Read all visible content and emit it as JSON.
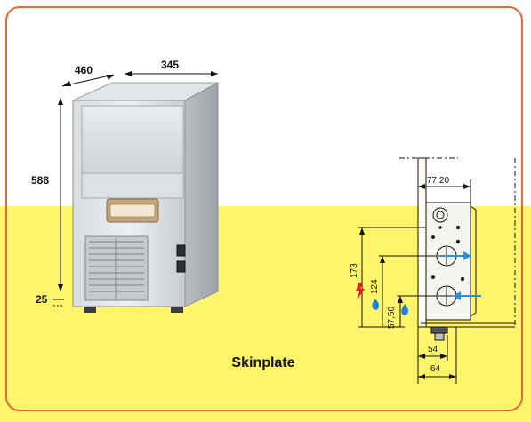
{
  "machine": {
    "width_label": "345",
    "depth_label": "460",
    "height_label": "588",
    "feet_label": "25"
  },
  "caption": "Skinplate",
  "section": {
    "top_offset_label": "77.20",
    "power_height_label": "173",
    "water_inlet_height_label": "124",
    "drain_height_label": "57,50",
    "inner_width_label": "54",
    "outer_width_label": "64"
  },
  "colors": {
    "frame": "#e06a38",
    "lower_background": "#fff56a",
    "water_arrow": "#2a8fd6",
    "power_icon": "#e02020",
    "water_drop": "#1f7fd0"
  }
}
